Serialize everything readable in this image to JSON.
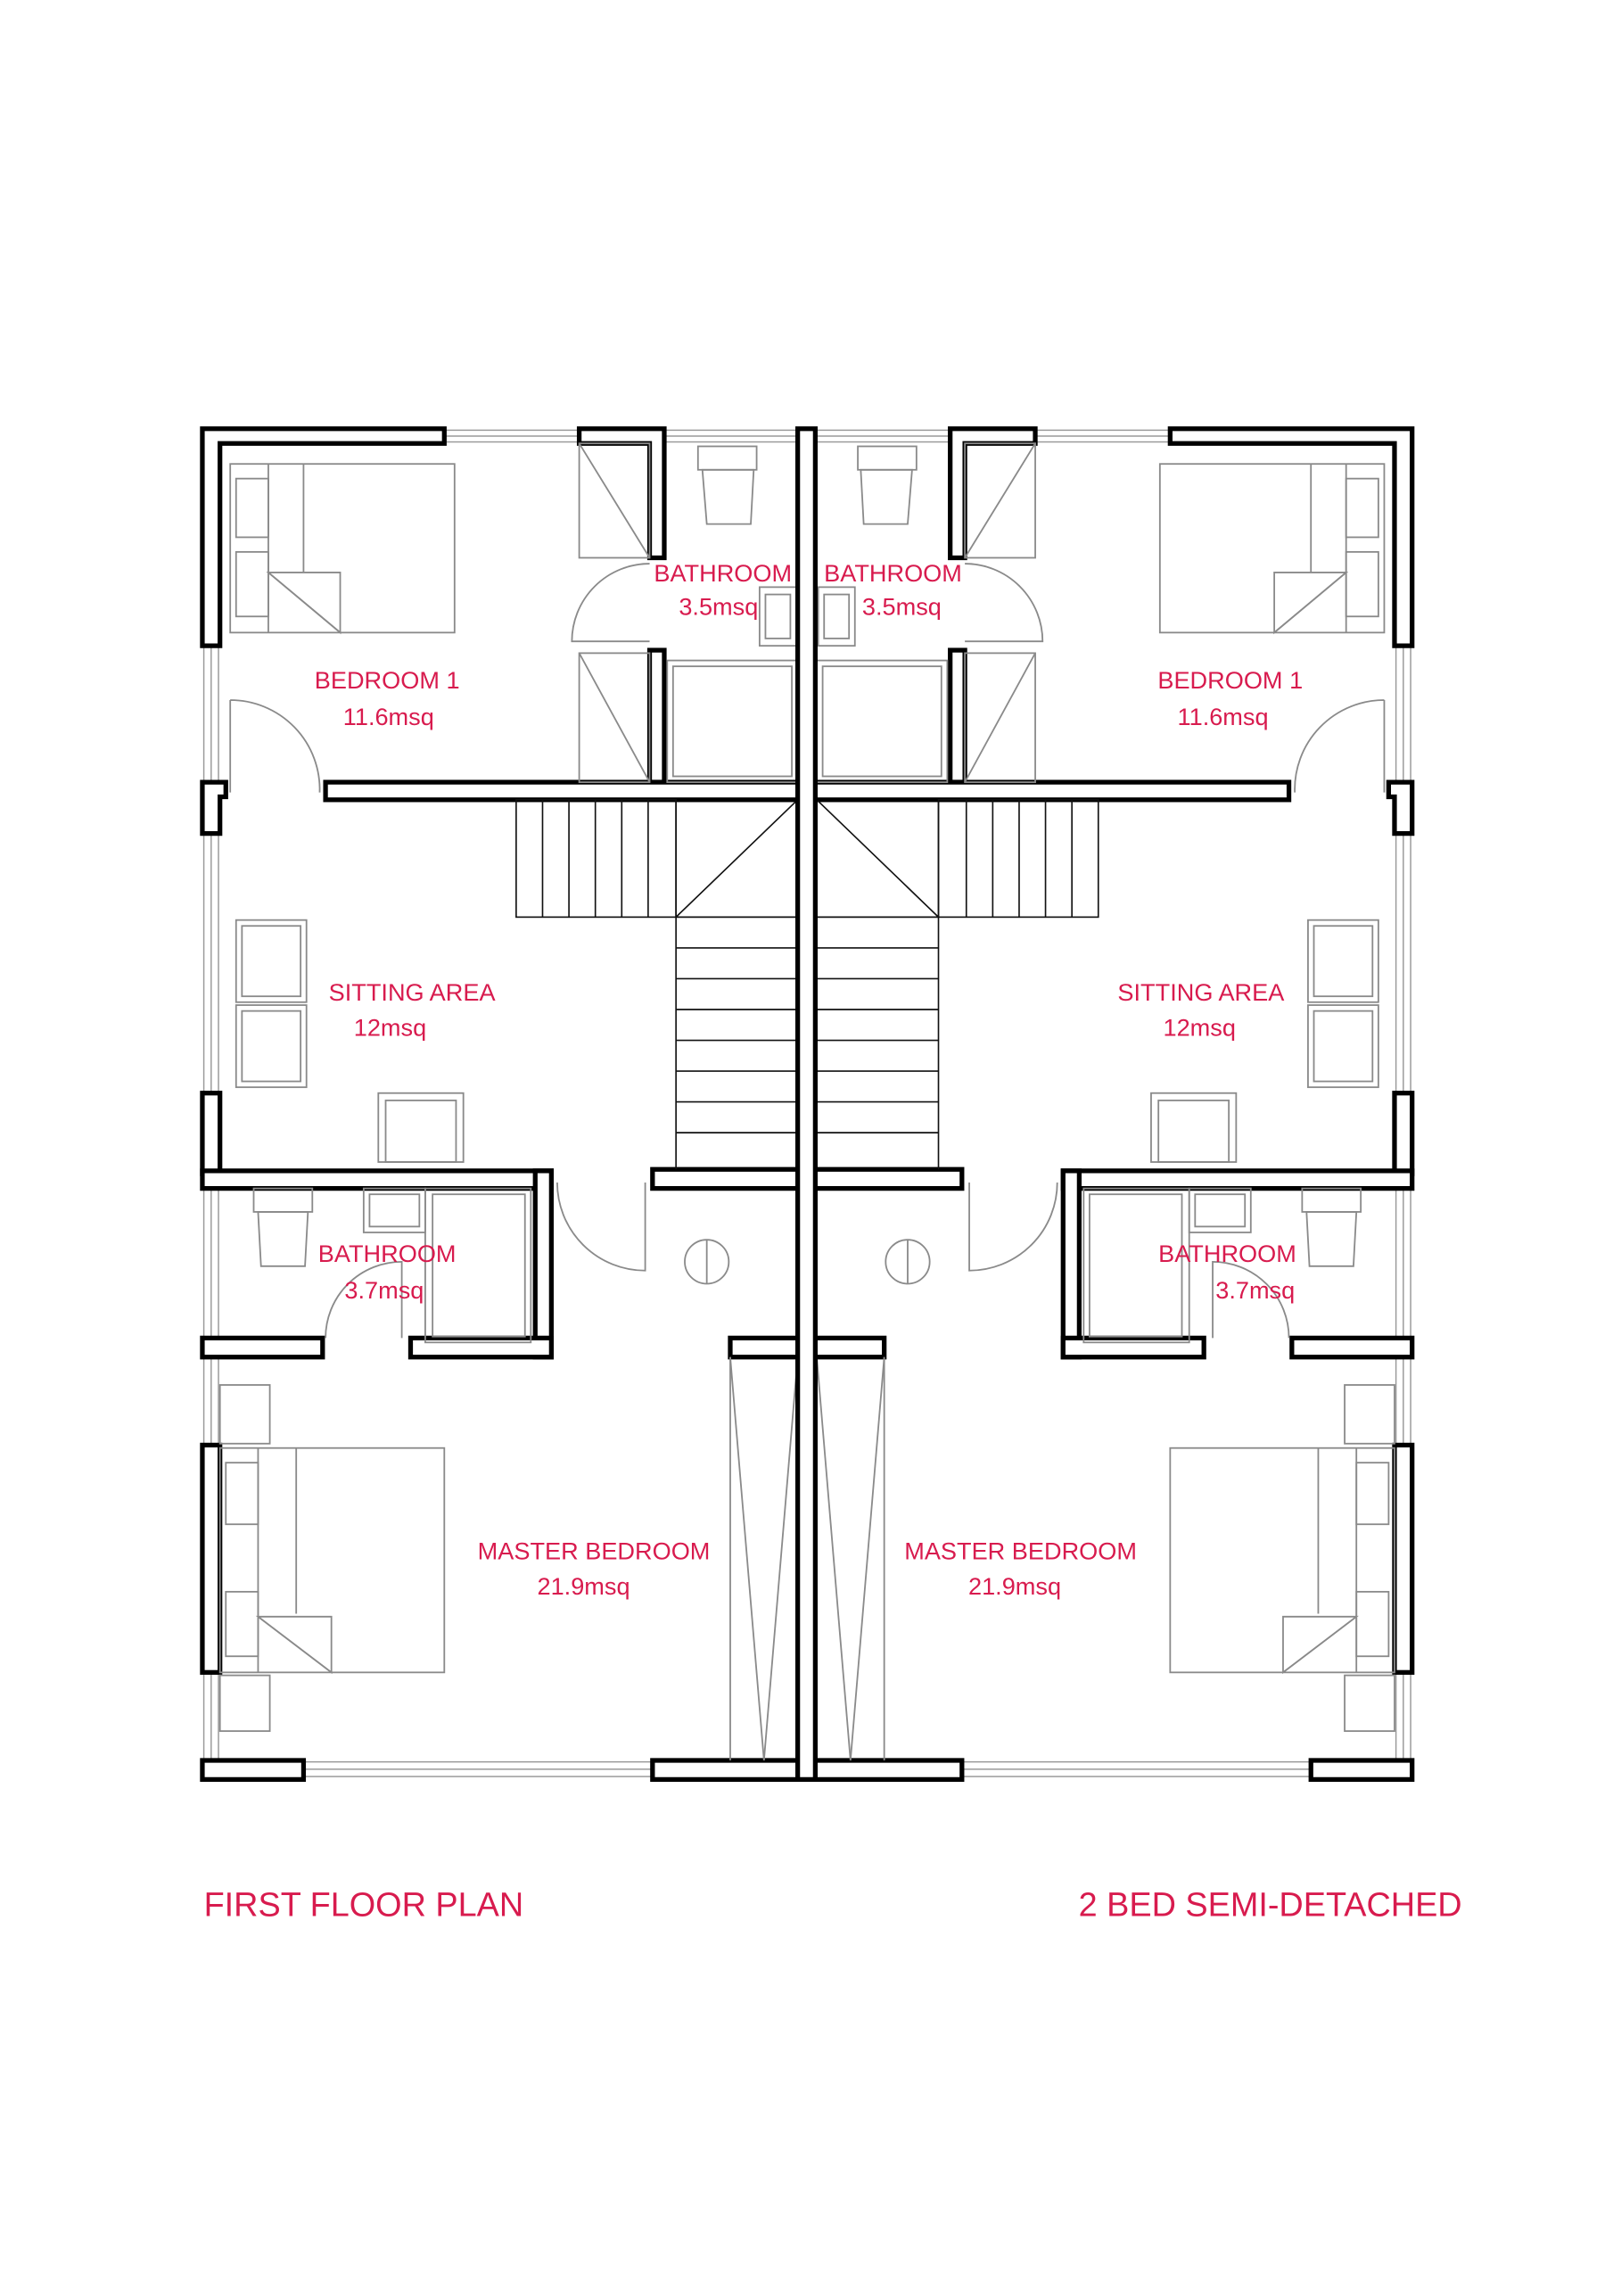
{
  "colors": {
    "label": "#d81b4e",
    "wall": "#000000",
    "fixture": "#8a8a8a"
  },
  "rooms_left": {
    "bathroom_top": {
      "name": "BATHROOM",
      "area": "3.5msq"
    },
    "bedroom1": {
      "name": "BEDROOM 1",
      "area": "11.6msq"
    },
    "sitting": {
      "name": "SITTING AREA",
      "area": "12msq"
    },
    "bathroom_mid": {
      "name": "BATHROOM",
      "area": "3.7msq"
    },
    "master": {
      "name": "MASTER BEDROOM",
      "area": "21.9msq"
    }
  },
  "rooms_right": {
    "bathroom_top": {
      "name": "BATHROOM",
      "area": "3.5msq"
    },
    "bedroom1": {
      "name": "BEDROOM 1",
      "area": "11.6msq"
    },
    "sitting": {
      "name": "SITTING AREA",
      "area": "12msq"
    },
    "bathroom_mid": {
      "name": "BATHROOM",
      "area": "3.7msq"
    },
    "master": {
      "name": "MASTER BEDROOM",
      "area": "21.9msq"
    }
  },
  "titles": {
    "plan": "FIRST FLOOR PLAN",
    "type": "2 BED SEMI-DETACHED"
  }
}
